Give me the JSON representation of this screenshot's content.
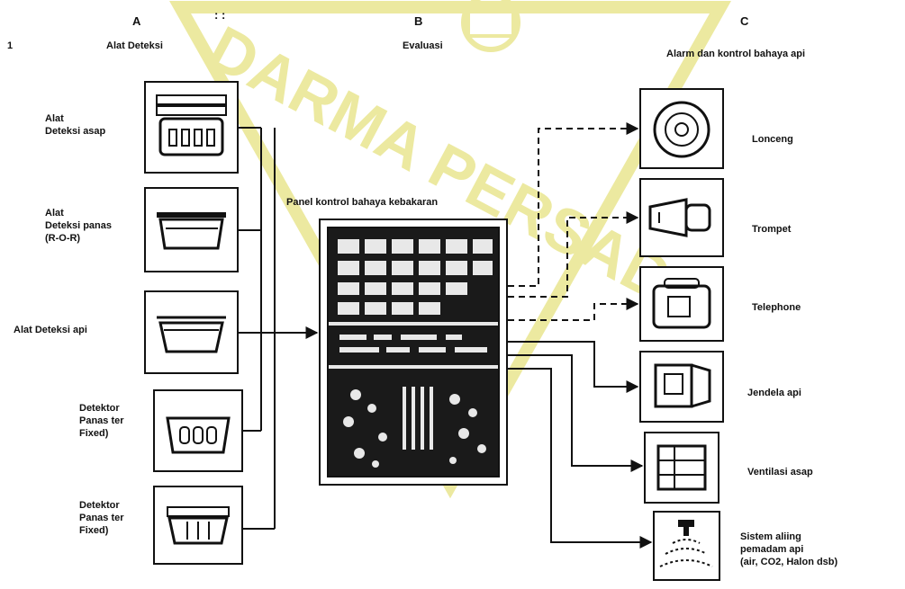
{
  "watermark": {
    "text": "DARMA PERSADA",
    "color": "#ece9a0"
  },
  "columns": {
    "a": {
      "letter": "A",
      "title": "Alat Deteksi"
    },
    "b": {
      "letter": "B",
      "title": "Evaluasi"
    },
    "c": {
      "letter": "C",
      "title": "Alarm dan kontrol bahaya api"
    }
  },
  "page_number": "1",
  "stray_marks": ": :",
  "panel": {
    "title": "Panel kontrol bahaya kebakaran",
    "icon": "control-panel-icon"
  },
  "detectors": [
    {
      "label": "Alat\nDeteksi asap",
      "icon": "smoke-detector-icon"
    },
    {
      "label": "Alat\nDeteksi panas\n(R-O-R)",
      "icon": "heat-detector-ror-icon"
    },
    {
      "label": "Alat Deteksi api",
      "icon": "flame-detector-icon"
    },
    {
      "label": "Detektor\nPanas ter\nFixed)",
      "icon": "fixed-heat-detector-icon"
    },
    {
      "label": "Detektor\nPanas ter\nFixed)",
      "icon": "fixed-heat-detector-icon"
    }
  ],
  "outputs": [
    {
      "label": "Lonceng",
      "icon": "bell-icon"
    },
    {
      "label": "Trompet",
      "icon": "horn-icon"
    },
    {
      "label": "Telephone",
      "icon": "telephone-icon"
    },
    {
      "label": "Jendela api",
      "icon": "fire-window-icon"
    },
    {
      "label": "Ventilasi asap",
      "icon": "smoke-ventilation-icon"
    },
    {
      "label": "Sistem aliing\npemadam api\n(air, CO2, Halon dsb)",
      "icon": "sprinkler-icon"
    }
  ]
}
